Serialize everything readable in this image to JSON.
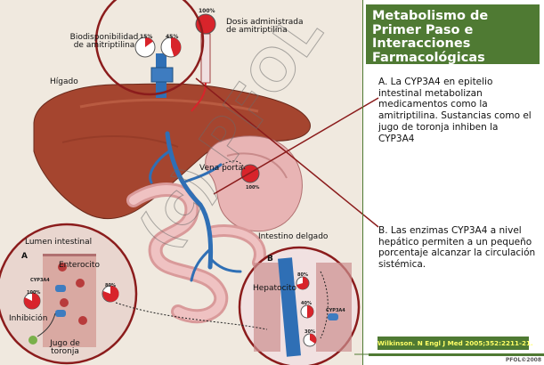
{
  "panel": {
    "title": "Metabolismo de Primer Paso e Interacciones Farmacológicas",
    "note_a": "A. La CYP3A4 en epitelio intestinal metabolizan medicamentos como la amitriptilina. Sustancias como el jugo de toronja inhiben la CYP3A4",
    "note_b": "B. Las enzimas CYP3A4 a nivel hepático permiten a un pequeño porcentaje alcanzar la circulación sistémica.",
    "citation": "Wilkinson. N Engl J Med 2005;352:2211-21.",
    "copyright": "PFOL©2008"
  },
  "illustration": {
    "labels": {
      "bioavailability": "Biodisponibilidad de amitriptilina",
      "dose": "Dosis administrada de amitriptilina",
      "liver": "Hígado",
      "portal_vein": "Vena porta",
      "small_intestine": "Intestino delgado",
      "intestinal_lumen": "Lumen intestinal",
      "enterocyte": "Enterocito",
      "inhibition": "Inhibición",
      "grapefruit_juice": "Jugo de toronja",
      "hepatocyte": "Hepatocito",
      "inset_a": "A",
      "inset_b": "B",
      "cyp3a4": "CYP3A4",
      "watermark": "(c) PFOL"
    },
    "percentages": {
      "bio_low": "15%",
      "bio_high": "45%",
      "dose": "100%",
      "portal": "100%",
      "a_lumen": "100%",
      "a_cell": "80%",
      "b_top": "80%",
      "b_mid": "40%",
      "b_low": "30%"
    },
    "colors": {
      "title_green": "#4f7a33",
      "circle_red": "#8b1c1c",
      "drug_red": "#d8242b",
      "vein_blue": "#2f6fb5"
    }
  }
}
